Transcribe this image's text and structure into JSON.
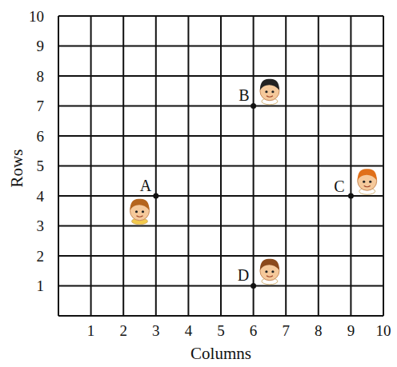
{
  "diagram": {
    "labels": [
      "10",
      "9",
      "8",
      "7",
      "6",
      "5",
      "4",
      "3",
      "2",
      "1",
      "1",
      "2",
      "3",
      "4",
      "5",
      "6",
      "7",
      "8",
      "9",
      "10",
      "Rows",
      "Columns",
      "A",
      "B",
      "C",
      "D"
    ]
  }
}
